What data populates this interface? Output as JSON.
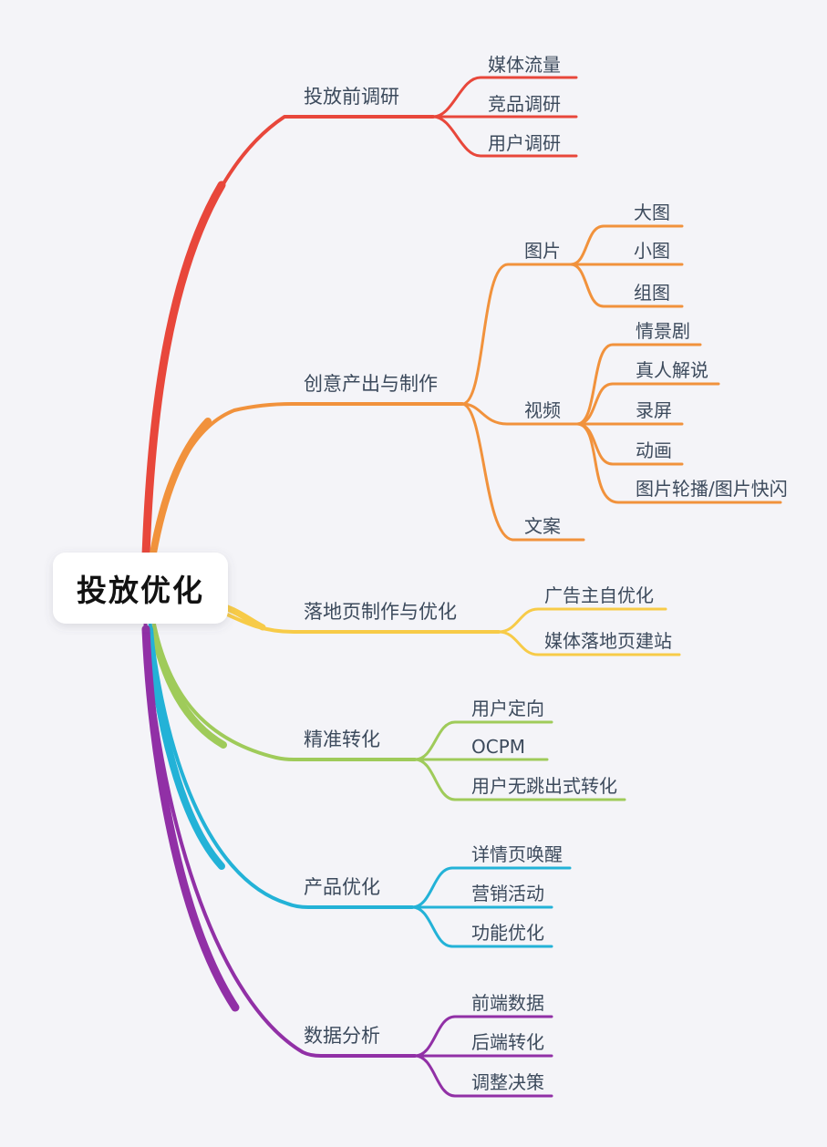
{
  "page": {
    "background": "#f4f4f8",
    "text_color": "#3c4a5c",
    "root_node_fill": "#ffffff",
    "root_text_color": "#121212"
  },
  "root": {
    "label": "投放优化"
  },
  "branches": [
    {
      "label": "投放前调研",
      "color": "#e8473b",
      "children": [
        {
          "label": "媒体流量"
        },
        {
          "label": "竞品调研"
        },
        {
          "label": "用户调研"
        }
      ]
    },
    {
      "label": "创意产出与制作",
      "color": "#f1923c",
      "children": [
        {
          "label": "图片",
          "children": [
            {
              "label": "大图"
            },
            {
              "label": "小图"
            },
            {
              "label": "组图"
            }
          ]
        },
        {
          "label": "视频",
          "children": [
            {
              "label": "情景剧"
            },
            {
              "label": "真人解说"
            },
            {
              "label": "录屏"
            },
            {
              "label": "动画"
            },
            {
              "label": "图片轮播/图片快闪"
            }
          ]
        },
        {
          "label": "文案"
        }
      ]
    },
    {
      "label": "落地页制作与优化",
      "color": "#f7cb48",
      "children": [
        {
          "label": "广告主自优化"
        },
        {
          "label": "媒体落地页建站"
        }
      ]
    },
    {
      "label": "精准转化",
      "color": "#9fcb5a",
      "children": [
        {
          "label": "用户定向"
        },
        {
          "label": "OCPM"
        },
        {
          "label": "用户无跳出式转化"
        }
      ]
    },
    {
      "label": "产品优化",
      "color": "#23b2d7",
      "children": [
        {
          "label": "详情页唤醒"
        },
        {
          "label": "营销活动"
        },
        {
          "label": "功能优化"
        }
      ]
    },
    {
      "label": "数据分析",
      "color": "#9130a6",
      "children": [
        {
          "label": "前端数据"
        },
        {
          "label": "后端转化"
        },
        {
          "label": "调整决策"
        }
      ]
    }
  ]
}
